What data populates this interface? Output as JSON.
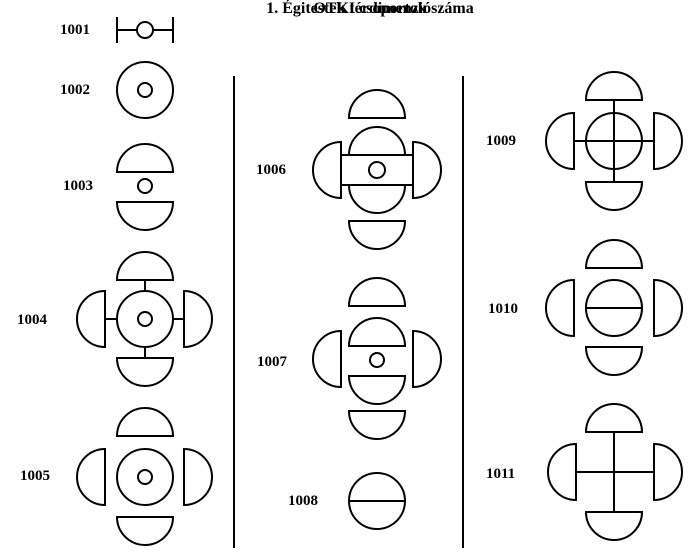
{
  "title": "OTKI csoportok",
  "subtitle": "1. Égitestek térdimenziószáma",
  "codes": {
    "c1001": "1001",
    "c1002": "1002",
    "c1003": "1003",
    "c1004": "1004",
    "c1005": "1005",
    "c1006": "1006",
    "c1007": "1007",
    "c1008": "1008",
    "c1009": "1009",
    "c1010": "1010",
    "c1011": "1011"
  },
  "colors": {
    "ink": "#000000",
    "paper": "#ffffff"
  }
}
